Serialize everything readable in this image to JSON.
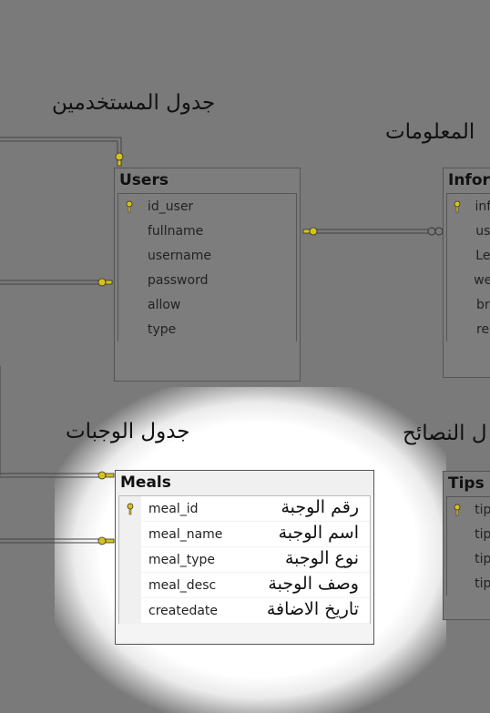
{
  "labels": {
    "users_caption": "جدول المستخدمين",
    "info_caption": "المعلومات",
    "meals_caption": "جدول الوجبات",
    "tips_caption": "ل النصائح"
  },
  "tables": {
    "users": {
      "name": "Users",
      "columns": [
        "id_user",
        "fullname",
        "username",
        "password",
        "allow",
        "type"
      ]
    },
    "info": {
      "name": "Infor",
      "columns": [
        "inf",
        "us",
        "Le",
        "we",
        "br",
        "re"
      ]
    },
    "meals": {
      "name": "Meals",
      "columns": [
        "meal_id",
        "meal_name",
        "meal_type",
        "meal_desc",
        "createdate"
      ],
      "annotations": [
        "رقم الوجبة",
        "اسم الوجبة",
        "نوع الوجبة",
        "وصف الوجبة",
        "تاريخ الاضافة"
      ]
    },
    "tips": {
      "name": "Tips",
      "columns": [
        "tip",
        "tip",
        "tip",
        "tip"
      ]
    }
  },
  "colors": {
    "background": "#7a7a7a",
    "key": "#d8c21a",
    "connector": "#444444"
  },
  "icons": {
    "primary_key": "key-icon"
  }
}
